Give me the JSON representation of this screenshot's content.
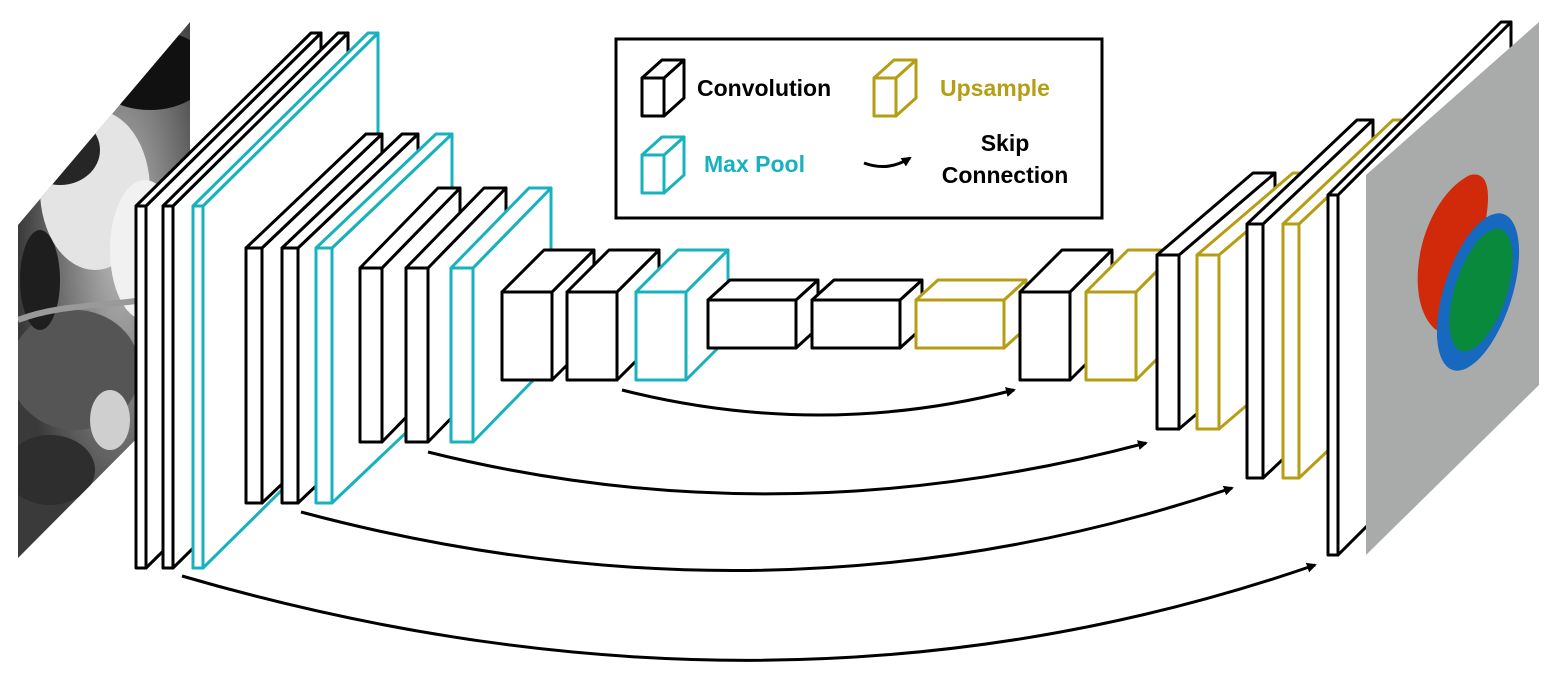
{
  "colors": {
    "convolution": "#000000",
    "max_pool": "#17b2bd",
    "upsample": "#b59e14",
    "background": "#ffffff",
    "output_background": "#a9abaa",
    "class_red": "#d02a0a",
    "class_blue": "#1769c0",
    "class_green": "#08893c"
  },
  "legend": {
    "convolution_label": "Convolution",
    "upsample_label": "Upsample",
    "max_pool_label": "Max Pool",
    "skip_label_line1": "Skip",
    "skip_label_line2": "Connection"
  },
  "images": {
    "input": "cardiac MRI slice (grayscale)",
    "output": "segmentation mask: red, blue and green regions on gray"
  }
}
